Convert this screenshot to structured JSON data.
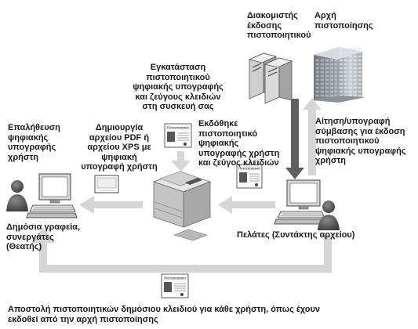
{
  "labels": {
    "cert_server": "Διακομιστής\nέκδοσης\nπιστοποιητικού",
    "ca": "Αρχή\nπιστοποίησης",
    "install": "Εγκατάσταση\nπιστοποιητικού\nψηφιακής υπογραφής\nκαι ζεύγους κλειδιών\nστη συσκευή σας",
    "verify": "Επαλήθευση\nψηφιακής\nυπογραφής\nχρήστη",
    "create_pdf": "Δημιουργία\nαρχείου PDF ή\nαρχείου XPS με\nψηφιακή\nυπογραφή χρήστη",
    "issued": "Εκδόθηκε\nπιστοποιητικό\nψηφιακής\nυπογραφής χρήστη\nκαι ζεύγος κλειδιών",
    "request": "Αίτηση/υπογραφή\nσύμβασης για έκδοση\nπιστοποιητικού\nψηφιακής υπογραφής\nχρήστη",
    "viewers": "Δημόσια γραφεία,\nσυνεργάτες\n(Θεατής)",
    "client": "Πελάτες (Συντάκτης αρχείου)",
    "distribute": "Αποστολή πιστοποιητικών δημόσιου κλειδιού για κάθε χρήστη, όπως έχουν\nεκδοθεί από την αρχή πιστοποίησης"
  },
  "certificate_label": "Πιστοποιητικό",
  "icons": [
    "server-icon",
    "office-building-icon",
    "multifunction-printer-icon",
    "computer-icon",
    "user-icon",
    "certificate-icon",
    "document-icon"
  ],
  "colors": {
    "arrow_light": "#d3d3d3",
    "arrow_dark": "#5a5a5a",
    "building": "#a9b0b8",
    "printer": "#bfbfbf"
  }
}
